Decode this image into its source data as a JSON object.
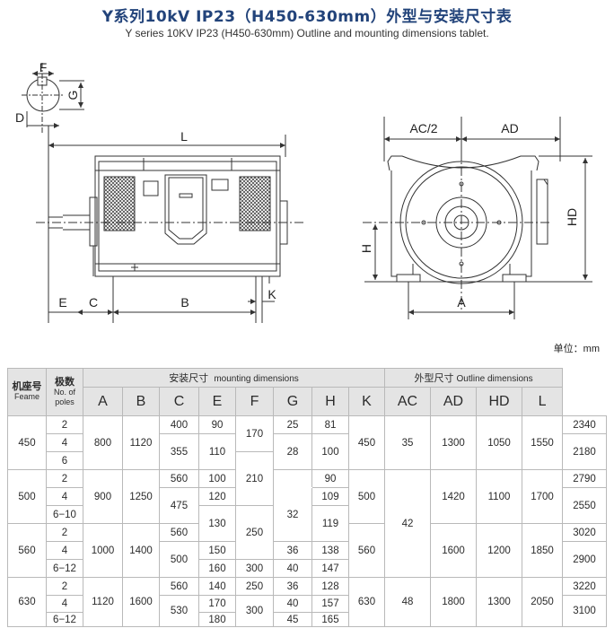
{
  "title": "Y系列10kV IP23（H450-630mm）外型与安装尺寸表",
  "subtitle": "Y series 10KV IP23 (H450-630mm) Outline and mounting dimensions tablet.",
  "unit": "单位：mm",
  "drawing_labels": {
    "F": "F",
    "G": "G",
    "D": "D",
    "L": "L",
    "E": "E",
    "C": "C",
    "B": "B",
    "K": "K",
    "AC2": "AC/2",
    "AD": "AD",
    "H": "H",
    "HD": "HD",
    "A": "A"
  },
  "table": {
    "h_frame_cn": "机座号",
    "h_frame_en": "Feame",
    "h_poles_cn": "极数",
    "h_poles_en1": "No. of",
    "h_poles_en2": "poles",
    "h_mount_cn": "安装尺寸",
    "h_mount_en": "mounting dimensions",
    "h_outline_cn": "外型尺寸",
    "h_outline_en": "Outline  dimensions",
    "cols": [
      "A",
      "B",
      "C",
      "E",
      "F",
      "G",
      "H",
      "K",
      "AC",
      "AD",
      "HD",
      "L"
    ],
    "cells": {
      "fr450": "450",
      "fr500": "500",
      "fr560": "560",
      "fr630": "630",
      "p1": "2",
      "p2": "4",
      "p3": "6",
      "p4": "2",
      "p5": "4",
      "p6": "6−10",
      "p7": "2",
      "p8": "4",
      "p9": "6−12",
      "p10": "2",
      "p11": "4",
      "p12": "6−12",
      "A450": "800",
      "A500": "900",
      "A560": "1000",
      "A630": "1120",
      "B450": "1120",
      "B500": "1250",
      "B560": "1400",
      "B630": "1600",
      "C1": "400",
      "C2": "355",
      "C3": "560",
      "C4": "475",
      "C5": "560",
      "C6": "500",
      "C7": "560",
      "C8": "530",
      "E1": "90",
      "E2": "110",
      "E3": "100",
      "E4": "120",
      "E5": "130",
      "E6": "150",
      "E7": "160",
      "E8": "140",
      "E9": "170",
      "E10": "180",
      "K1": "170",
      "K2": "210",
      "K3": "250",
      "K4": "300",
      "K5": "250",
      "K6": "300",
      "F1": "25",
      "F2": "28",
      "F3": "32",
      "F4": "36",
      "F5": "40",
      "F6": "36",
      "F7": "40",
      "F8": "45",
      "G1": "81",
      "G2": "100",
      "G3": "90",
      "G4": "109",
      "G5": "119",
      "G6": "138",
      "G7": "147",
      "G8": "128",
      "G9": "157",
      "G10": "165",
      "H450": "450",
      "H500": "500",
      "H560": "560",
      "H630": "630",
      "Ka": "35",
      "Kb": "42",
      "Kc": "48",
      "AC450": "1300",
      "AC500": "1420",
      "AC560": "1600",
      "AC630": "1800",
      "AD450": "1050",
      "AD500": "1100",
      "AD560": "1200",
      "AD630": "1300",
      "HD450": "1550",
      "HD500": "1700",
      "HD560": "1850",
      "HD630": "2050",
      "L1": "2340",
      "L2": "2180",
      "L3": "2790",
      "L4": "2550",
      "L5": "3020",
      "L6": "2900",
      "L7": "3220",
      "L8": "3100"
    }
  },
  "colors": {
    "title": "#22437a",
    "header_bg": "#e4e4e4",
    "border": "#b9b9b9"
  }
}
